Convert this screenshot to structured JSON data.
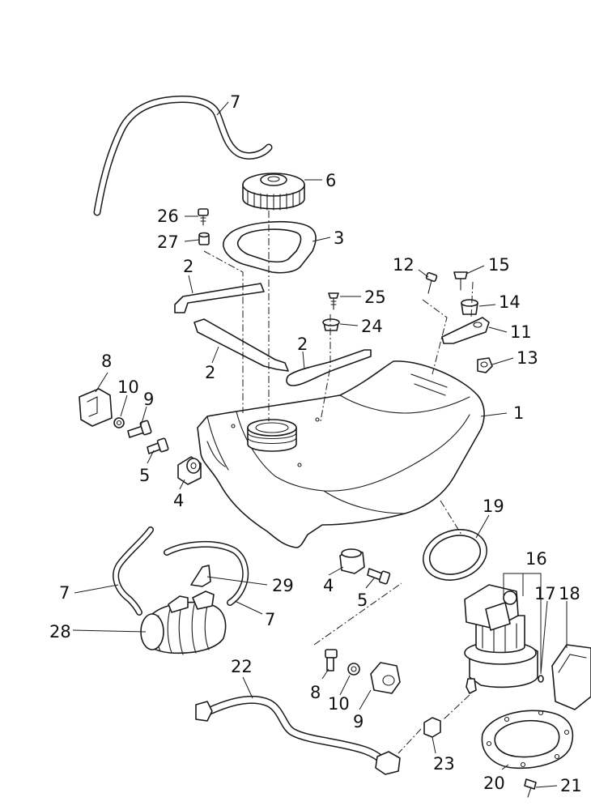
{
  "diagram": {
    "callouts": {
      "c1": "1",
      "c2a": "2",
      "c2b": "2",
      "c2c": "2",
      "c3": "3",
      "c4a": "4",
      "c4b": "4",
      "c5a": "5",
      "c5b": "5",
      "c6": "6",
      "c7a": "7",
      "c7b": "7",
      "c7c": "7",
      "c8a": "8",
      "c8b": "8",
      "c9a": "9",
      "c9b": "9",
      "c10a": "10",
      "c10b": "10",
      "c11": "11",
      "c12": "12",
      "c13": "13",
      "c14": "14",
      "c15": "15",
      "c16": "16",
      "c17": "17",
      "c18": "18",
      "c19": "19",
      "c20": "20",
      "c21": "21",
      "c22": "22",
      "c23": "23",
      "c24": "24",
      "c25": "25",
      "c26": "26",
      "c27": "27",
      "c28": "28",
      "c29": "29"
    }
  }
}
